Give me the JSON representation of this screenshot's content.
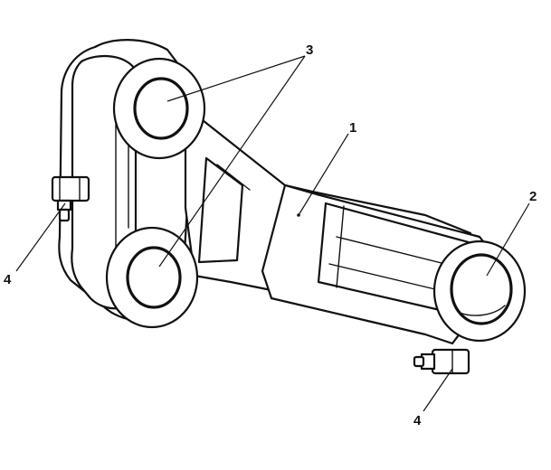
{
  "diagram": {
    "callouts": [
      {
        "id": "1",
        "label": "1"
      },
      {
        "id": "2",
        "label": "2"
      },
      {
        "id": "3",
        "label": "3"
      },
      {
        "id": "4a",
        "label": "4"
      },
      {
        "id": "4b",
        "label": "4"
      }
    ],
    "colors": {
      "line": "#111111",
      "background": "#ffffff"
    }
  }
}
